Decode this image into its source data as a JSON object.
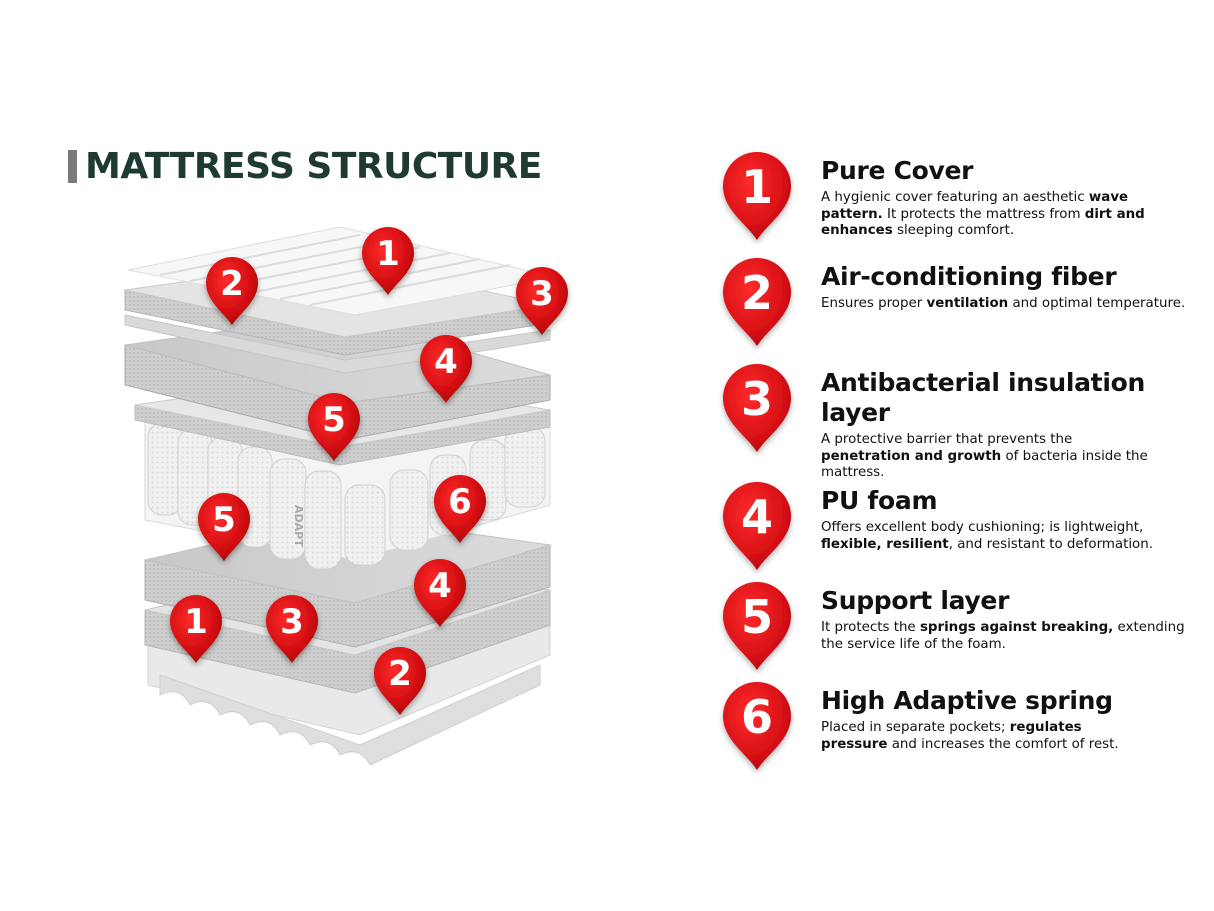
{
  "title": "MATTRESS STRUCTURE",
  "colors": {
    "accent": "#d40f14",
    "title": "#1e3a32",
    "title_bar": "#7a7a7a"
  },
  "figure": {
    "callouts": [
      "1",
      "2",
      "3",
      "4",
      "5",
      "5",
      "6",
      "4",
      "1",
      "3",
      "2"
    ],
    "spring_label": "ADAPT"
  },
  "items": [
    {
      "number": "1",
      "title": "Pure Cover",
      "desc": [
        {
          "t": "A hygienic cover featuring an aesthetic "
        },
        {
          "t": "wave pattern.",
          "b": true
        },
        {
          "t": " It protects the mattress from "
        },
        {
          "t": "dirt and enhances",
          "b": true
        },
        {
          "t": " sleeping comfort."
        }
      ]
    },
    {
      "number": "2",
      "title": "Air-conditioning fiber",
      "desc": [
        {
          "t": "Ensures proper "
        },
        {
          "t": "ventilation",
          "b": true
        },
        {
          "t": " and optimal temperature."
        }
      ]
    },
    {
      "number": "3",
      "title": "Antibacterial insulation layer",
      "desc": [
        {
          "t": "A protective barrier that prevents the "
        },
        {
          "t": "penetration and growth",
          "b": true
        },
        {
          "t": " of bacteria inside the mattress."
        }
      ]
    },
    {
      "number": "4",
      "title": "PU foam",
      "desc": [
        {
          "t": "Offers excellent body cushioning; is lightweight, "
        },
        {
          "t": "flexible, resilient",
          "b": true
        },
        {
          "t": ", and resistant to deformation."
        }
      ]
    },
    {
      "number": "5",
      "title": "Support layer",
      "desc": [
        {
          "t": "It protects the "
        },
        {
          "t": "springs against breaking,",
          "b": true
        },
        {
          "t": " extending the service life of the foam."
        }
      ]
    },
    {
      "number": "6",
      "title": "High Adaptive spring",
      "desc": [
        {
          "t": "Placed in separate pockets; "
        },
        {
          "t": "regulates pressure",
          "b": true
        },
        {
          "t": " and increases the comfort of rest."
        }
      ]
    }
  ]
}
